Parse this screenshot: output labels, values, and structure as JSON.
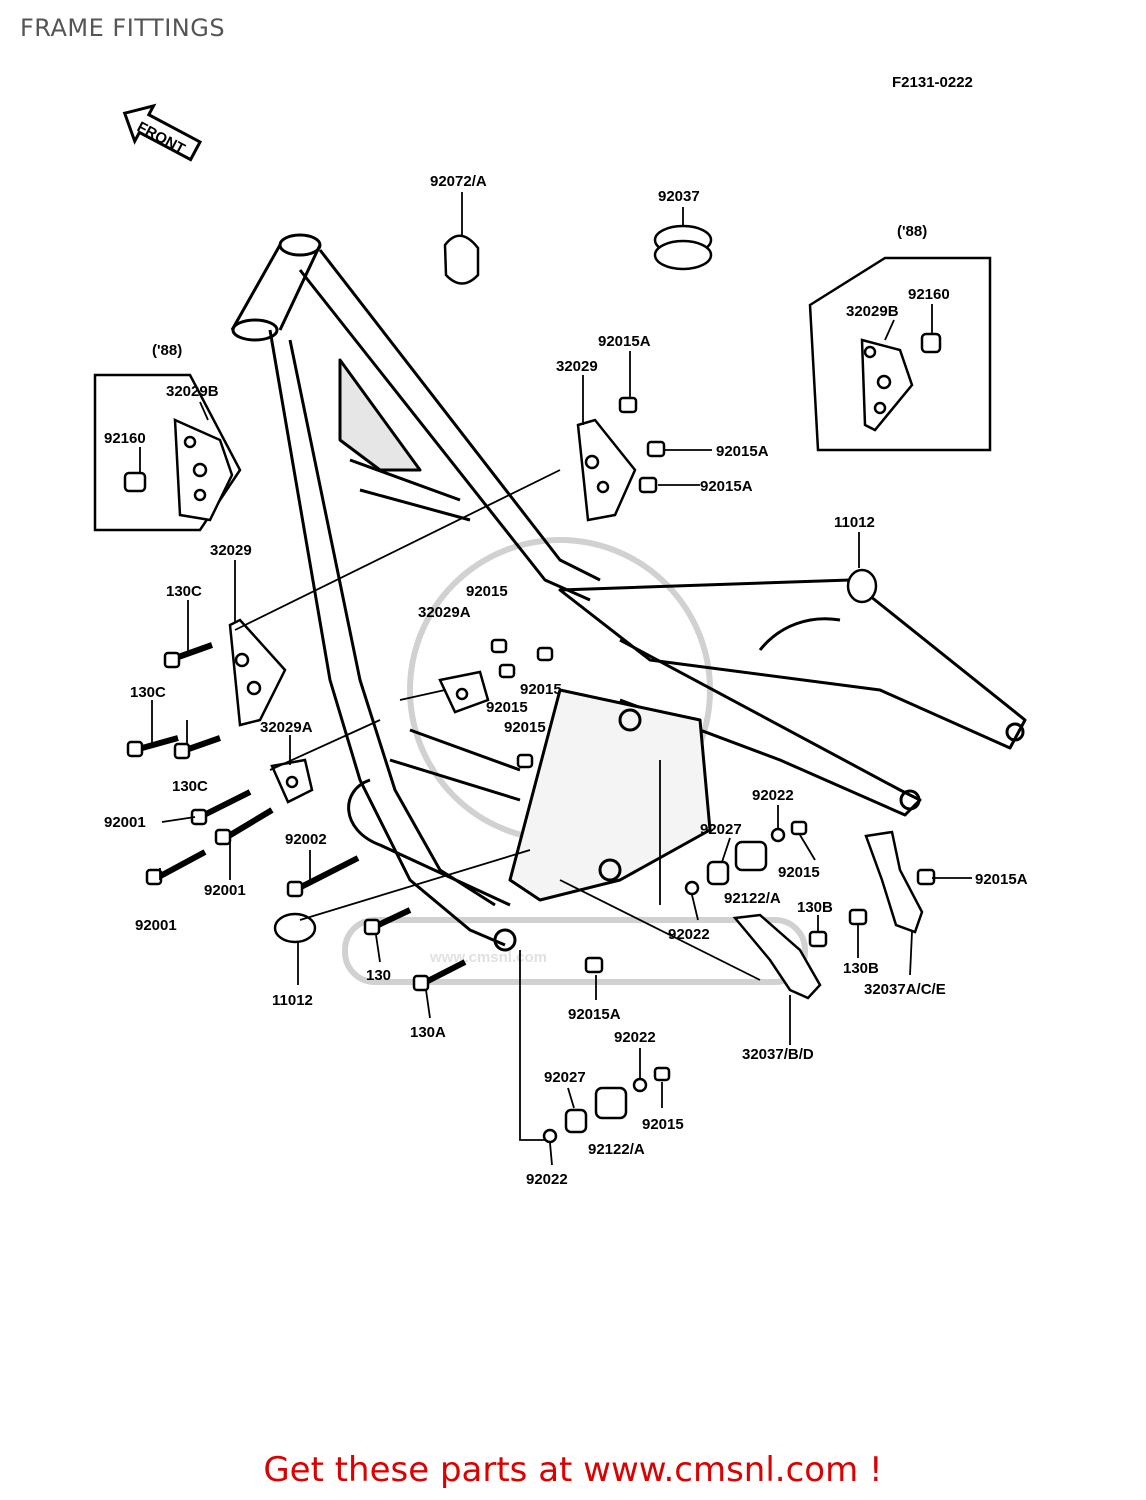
{
  "header": {
    "title": "FRAME FITTINGS",
    "diagram_code": "F2131-0222"
  },
  "front_marker": "FRONT",
  "year_88": "('88)",
  "callouts": {
    "p92072A": "92072/A",
    "p92037": "92037",
    "yr88_right": "('88)",
    "p92160_r": "92160",
    "p32029B_r": "32029B",
    "p92015A_1": "92015A",
    "p32029_top": "32029",
    "p92015A_2": "92015A",
    "p92015A_3": "92015A",
    "yr88_left": "('88)",
    "p32029B_l": "32029B",
    "p92160_l": "92160",
    "p11012_r": "11012",
    "p32029_left": "32029",
    "p130C_1": "130C",
    "p92015_a": "92015",
    "p32029A_a": "32029A",
    "p130C_2": "130C",
    "p92015_b": "92015",
    "p92015_c": "92015",
    "p92015_d": "92015",
    "p32029A_b": "32029A",
    "p130C_3": "130C",
    "p92022_a": "92022",
    "p92001_a": "92001",
    "p92002": "92002",
    "p92027_a": "92027",
    "p92015_e": "92015",
    "p92122A_a": "92122/A",
    "p130B_a": "130B",
    "p92015A_r": "92015A",
    "p92001_b": "92001",
    "p92001_c": "92001",
    "p92022_b": "92022",
    "p130": "130",
    "p130B_b": "130B",
    "p32037ACE": "32037A/C/E",
    "p11012_l": "11012",
    "p92015A_b": "92015A",
    "p130A": "130A",
    "p32037BD": "32037/B/D",
    "p92022_c": "92022",
    "p92027_b": "92027",
    "p92015_f": "92015",
    "p92122A_b": "92122/A",
    "p92022_d": "92022"
  },
  "watermark": "www.cmsnl.com",
  "footer": {
    "text": "Get these parts at www.cmsnl.com !"
  },
  "colors": {
    "footer": "#dd0000",
    "title": "#555555",
    "ink": "#000000"
  }
}
